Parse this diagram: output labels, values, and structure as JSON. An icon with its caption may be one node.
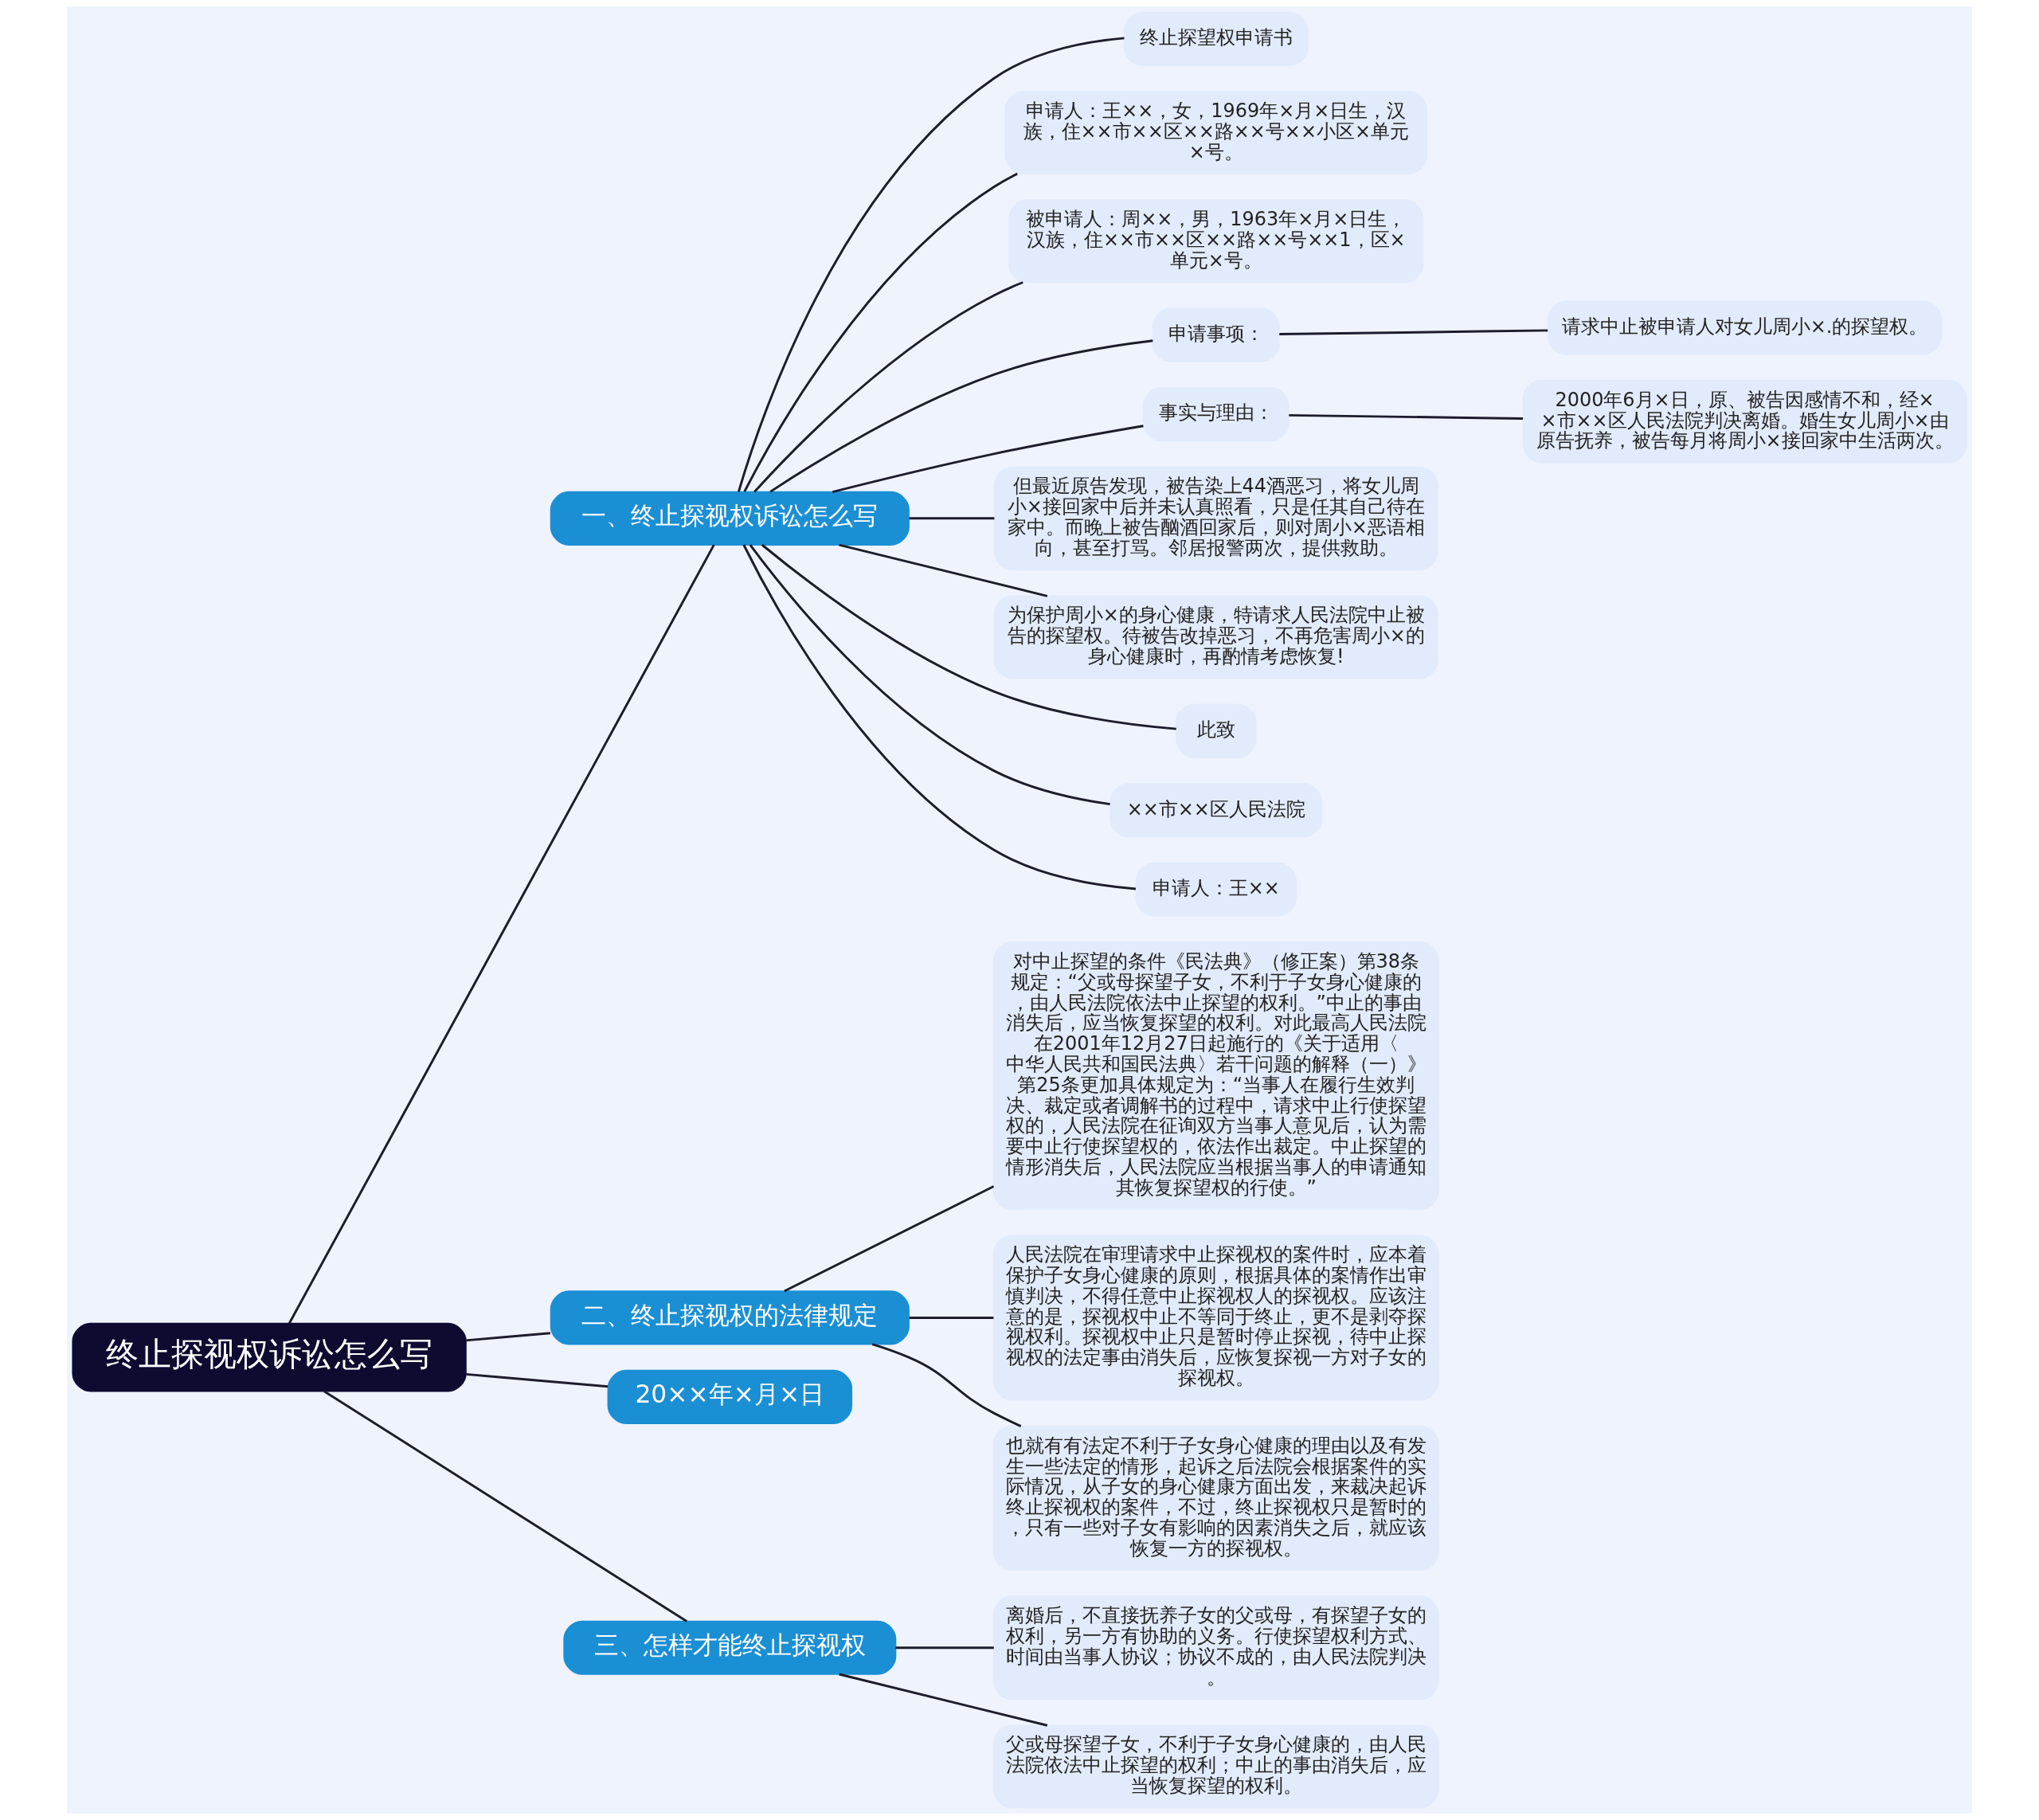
{
  "diagram": {
    "nodes": [
      {
        "text": [
          "终止探视权诉讼怎么写"
        ]
      },
      {
        "text": [
          "一、终止探视权诉讼怎么写"
        ]
      },
      {
        "text": [
          "终止探望权申请书"
        ]
      },
      {
        "text": [
          "申请人：王××，女，1969年×月×日生，汉族，住××市××区××路××号××小区×单元×号。"
        ]
      },
      {
        "text": [
          "被申请人：周××，男，1963年×月×日生，汉族，住××市××区××路××号××1，区×单元×号。"
        ]
      },
      {
        "text": [
          "申请事项："
        ]
      },
      {
        "text": [
          "请求中止被申请人对女儿周小×.的探望权。"
        ]
      },
      {
        "text": [
          "事实与理由："
        ]
      },
      {
        "text": [
          "2000年6月×日，原、被告因感情不和，经××市××区人民法院判决离婚。婚生女儿周小×由原告抚养，被告每月将周小×接回家中生活两次。"
        ]
      },
      {
        "text": [
          "但最近原告发现，被告染上44酒恶习，将女儿周小×接回家中后并未认真照看，只是任其自己待在家中。而晚上被告酗酒回家后，则对周小×恶语相向，甚至打骂。邻居报警两次，提供救助。"
        ]
      },
      {
        "text": [
          "为保护周小×的身心健康，特请求人民法院中止被告的探望权。待被告改掉恶习，不再危害周小×的身心健康时，再酌情考虑恢复!"
        ]
      },
      {
        "text": [
          "此致"
        ]
      },
      {
        "text": [
          "××市××区人民法院"
        ]
      },
      {
        "text": [
          "申请人：王××"
        ]
      },
      {
        "text": [
          "二、终止探视权的法律规定"
        ]
      },
      {
        "text": [
          "对中止探望的条件《民法典》（修正案）第38条规定：“父或母探望子女，不利于子女身心健康的，由人民法院依法中止探望的权利。”中止的事由消失后，应当恢复探望的权利。对此最高人民法院在2001年12月27日起施行的《关于适用〈中华人民共和国民法典〉若干问题的解释（一）》第25条更加具体规定为：“当事人在履行生效判决、裁定或者调解书的过程中，请求中止行使探望权的，人民法院在征询双方当事人意见后，认为需要中止行使探望权的，依法作出裁定。中止探望的情形消失后，人民法院应当根据当事人的申请通知其恢复探望权的行使。”"
        ]
      },
      {
        "text": [
          "人民法院在审理请求中止探视权的案件时，应本着保护子女身心健康的原则，根据具体的案情作出审慎判决，不得任意中止探视权人的探视权。应该注意的是，探视权中止不等同于终止，更不是剥夺探视权利。探视权中止只是暂时停止探视，待中止探视权的法定事由消失后，应恢复探视一方对子女的探视权。"
        ]
      },
      {
        "text": [
          "也就有有法定不利于子女身心健康的理由以及有发生一些法定的情形，起诉之后法院会根据案件的实际情况，从子女的身心健康方面出发，来裁决起诉终止探视权的案件，不过，终止探视权只是暂时的，只有一些对子女有影响的因素消失之后，就应该恢复一方的探视权。"
        ]
      },
      {
        "text": [
          "20××年×月×日"
        ]
      },
      {
        "text": [
          "三、怎样才能终止探视权"
        ]
      },
      {
        "text": [
          "离婚后，不直接抚养子女的父或母，有探望子女的权利，另一方有协助的义务。行使探望权利方式、时间由当事人协议；协议不成的，由人民法院判决。"
        ]
      },
      {
        "text": [
          "父或母探望子女，不利于子女身心健康的，由人民法院依法中止探望的权利；中止的事由消失后，应当恢复探望的权利。"
        ]
      }
    ],
    "edges": [
      {
        "from": 0,
        "to": 1,
        "arrow": "none"
      },
      {
        "from": 1,
        "to": 2,
        "arrow": "none"
      },
      {
        "from": 1,
        "to": 3,
        "arrow": "none"
      },
      {
        "from": 1,
        "to": 4,
        "arrow": "none"
      },
      {
        "from": 1,
        "to": 5,
        "arrow": "none"
      },
      {
        "from": 5,
        "to": 6,
        "arrow": "none"
      },
      {
        "from": 1,
        "to": 7,
        "arrow": "none"
      },
      {
        "from": 7,
        "to": 8,
        "arrow": "none"
      },
      {
        "from": 1,
        "to": 9,
        "arrow": "none"
      },
      {
        "from": 1,
        "to": 10,
        "arrow": "none"
      },
      {
        "from": 1,
        "to": 11,
        "arrow": "none"
      },
      {
        "from": 1,
        "to": 12,
        "arrow": "none"
      },
      {
        "from": 1,
        "to": 13,
        "arrow": "none"
      },
      {
        "from": 0,
        "to": 14,
        "arrow": "none"
      },
      {
        "from": 14,
        "to": 15,
        "arrow": "none"
      },
      {
        "from": 14,
        "to": 16,
        "arrow": "none"
      },
      {
        "from": 14,
        "to": 17,
        "arrow": "none"
      },
      {
        "from": 0,
        "to": 18,
        "arrow": "none"
      },
      {
        "from": 0,
        "to": 19,
        "arrow": "none"
      },
      {
        "from": 19,
        "to": 20,
        "arrow": "none"
      },
      {
        "from": 19,
        "to": 21,
        "arrow": "none"
      }
    ]
  }
}
